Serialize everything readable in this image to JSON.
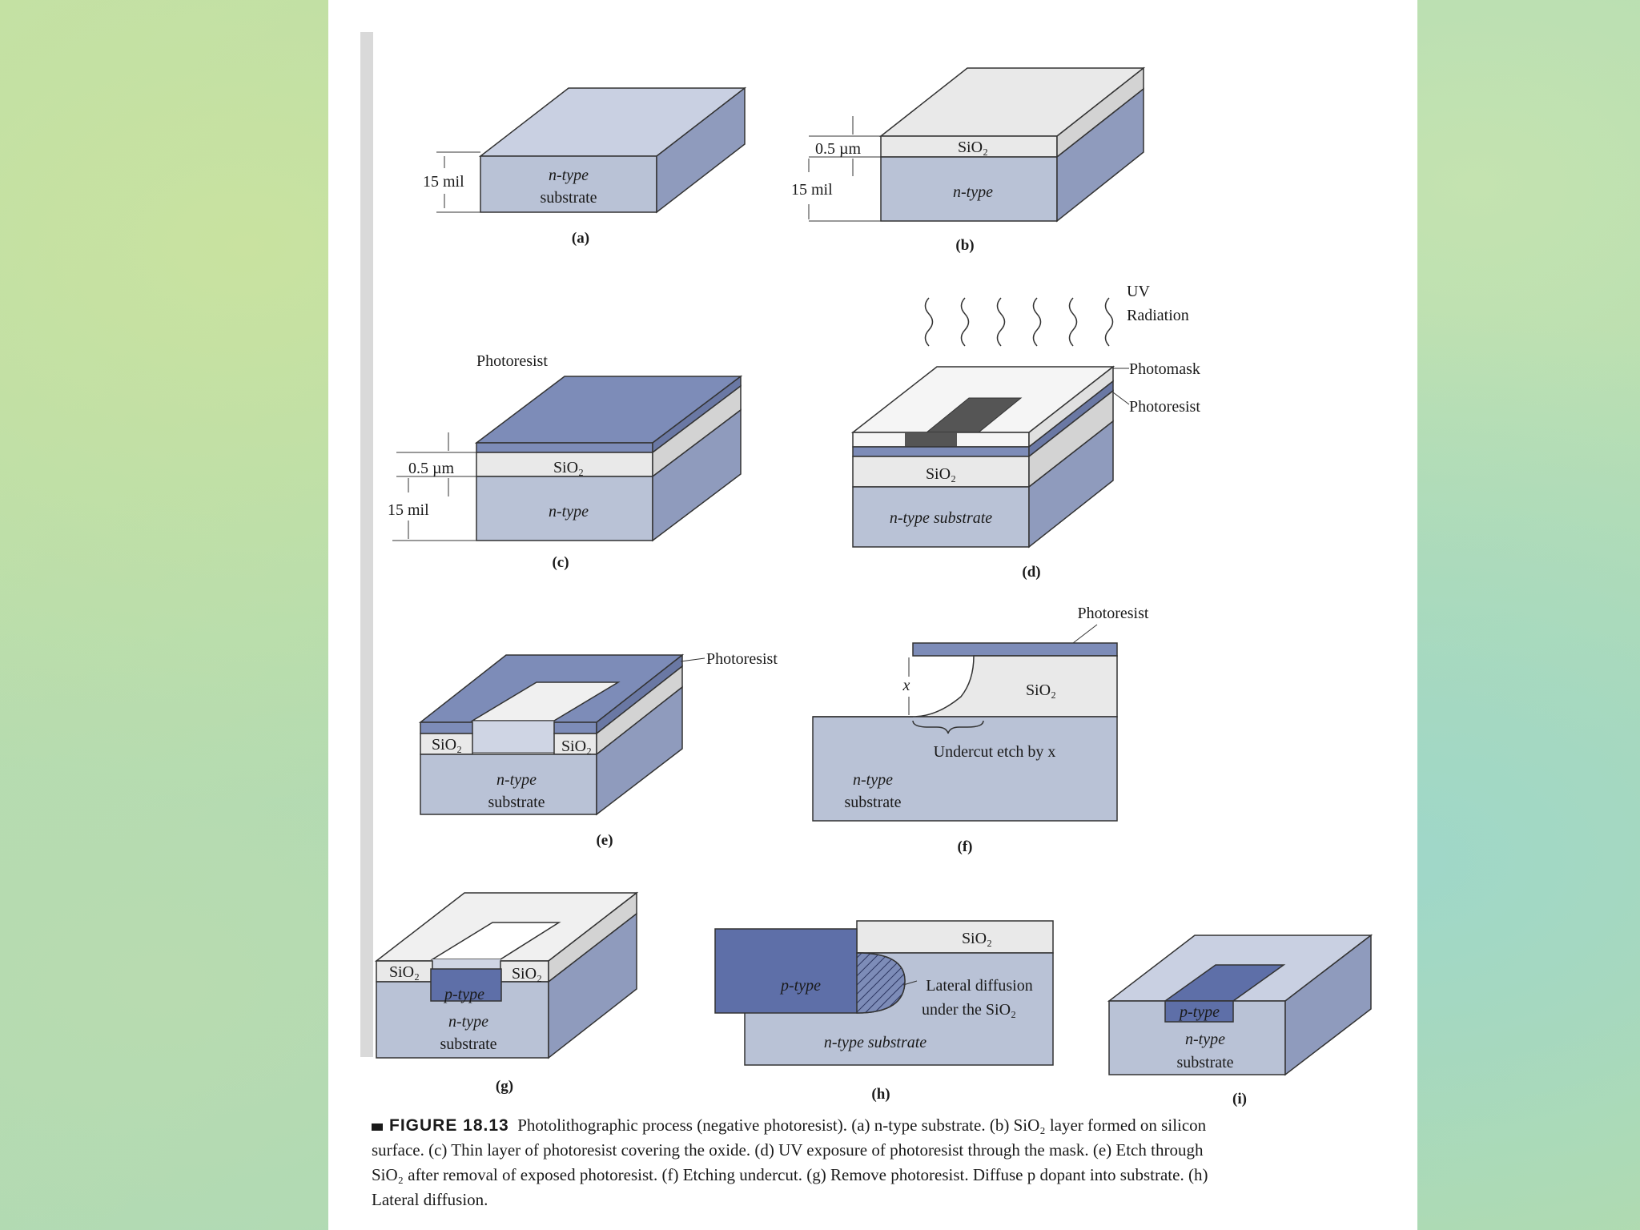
{
  "panels": {
    "a": {
      "tag": "(a)",
      "dim": "15 mil",
      "sub_line1": "n-type",
      "sub_line2": "substrate"
    },
    "b": {
      "tag": "(b)",
      "dim_oxide": "0.5 µm",
      "dim_sub": "15 mil",
      "oxide": "SiO₂",
      "sub": "n-type"
    },
    "c": {
      "tag": "(c)",
      "resist": "Photoresist",
      "dim_oxide": "0.5 µm",
      "dim_sub": "15 mil",
      "oxide": "SiO₂",
      "sub": "n-type"
    },
    "d": {
      "tag": "(d)",
      "uv1": "UV",
      "uv2": "Radiation",
      "mask": "Photomask",
      "resist": "Photoresist",
      "oxide": "SiO₂",
      "sub": "n-type substrate"
    },
    "e": {
      "tag": "(e)",
      "resist": "Photoresist",
      "oxide_left": "SiO₂",
      "oxide_right": "SiO₂",
      "sub_line1": "n-type",
      "sub_line2": "substrate"
    },
    "f": {
      "tag": "(f)",
      "resist": "Photoresist",
      "oxide": "SiO₂",
      "x": "x",
      "undercut": "Undercut etch by x",
      "sub_line1": "n-type",
      "sub_line2": "substrate"
    },
    "g": {
      "tag": "(g)",
      "oxide_left": "SiO₂",
      "oxide_right": "SiO₂",
      "ptype": "p-type",
      "sub_line1": "n-type",
      "sub_line2": "substrate"
    },
    "h": {
      "tag": "(h)",
      "oxide": "SiO₂",
      "ptype": "p-type",
      "lateral1": "Lateral diffusion",
      "lateral2": "under the SiO₂",
      "sub": "n-type substrate"
    },
    "i": {
      "tag": "(i)",
      "ptype": "p-type",
      "sub_line1": "n-type",
      "sub_line2": "substrate"
    }
  },
  "caption": {
    "figure": "FIGURE 18.13",
    "text": "Photolithographic process (negative photoresist). (a) n-type substrate. (b) SiO₂ layer formed on silicon surface. (c) Thin layer of photoresist covering the oxide. (d) UV exposure of photoresist through the mask. (e) Etch through SiO₂ after removal of exposed photoresist. (f) Etching undercut. (g) Remove photoresist. Diffuse p dopant into substrate. (h) Lateral diffusion."
  },
  "colors": {
    "substrate_front": "#b9c2d6",
    "substrate_side": "#8f9bbd",
    "substrate_top": "#c9d0e2",
    "oxide": "#e9e9e9",
    "resist": "#7d8cb8",
    "ptype": "#5e6fa8",
    "mask_dark": "#555555"
  }
}
